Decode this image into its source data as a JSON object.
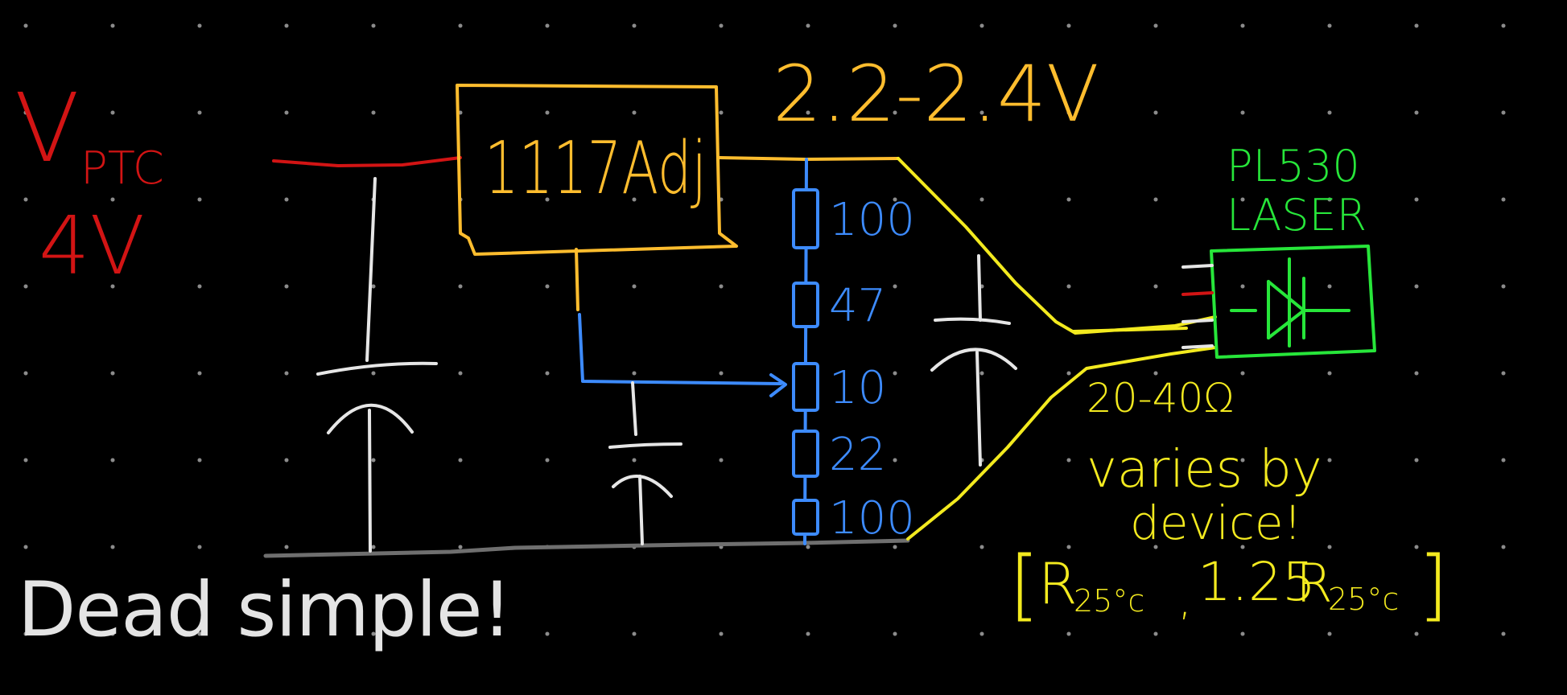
{
  "slide": {
    "caption": "Dead simple!"
  },
  "colors": {
    "background": "#000000",
    "grid_dot": "#8c8c8c",
    "supply": "#d21414",
    "regulator": "#ffbd2e",
    "divider": "#3d8bfd",
    "output": "#f3ea1f",
    "laser": "#27e63a",
    "capacitor": "#e6e6e6",
    "ground": "#6f6f6f",
    "caption": "#e4e4e4"
  },
  "labels": {
    "supply_name_main": "V",
    "supply_name_sub": "PTC",
    "supply_voltage": "4V",
    "regulator": "1117Adj",
    "output_voltage": "2.2-2.4V",
    "laser_model": "PL530",
    "laser_type": "LASER",
    "laser_resistance": "20-40Ω",
    "varies_line1": "varies by",
    "varies_line2": "device!",
    "range_open": "[",
    "range_r1": "R",
    "range_r1_sub": "25°c",
    "range_comma": ",",
    "range_factor": "1.25",
    "range_r2": "R",
    "range_r2_sub": "25°c",
    "range_close": "]"
  },
  "resistors": [
    "100",
    "47",
    "10",
    "22",
    "100"
  ]
}
